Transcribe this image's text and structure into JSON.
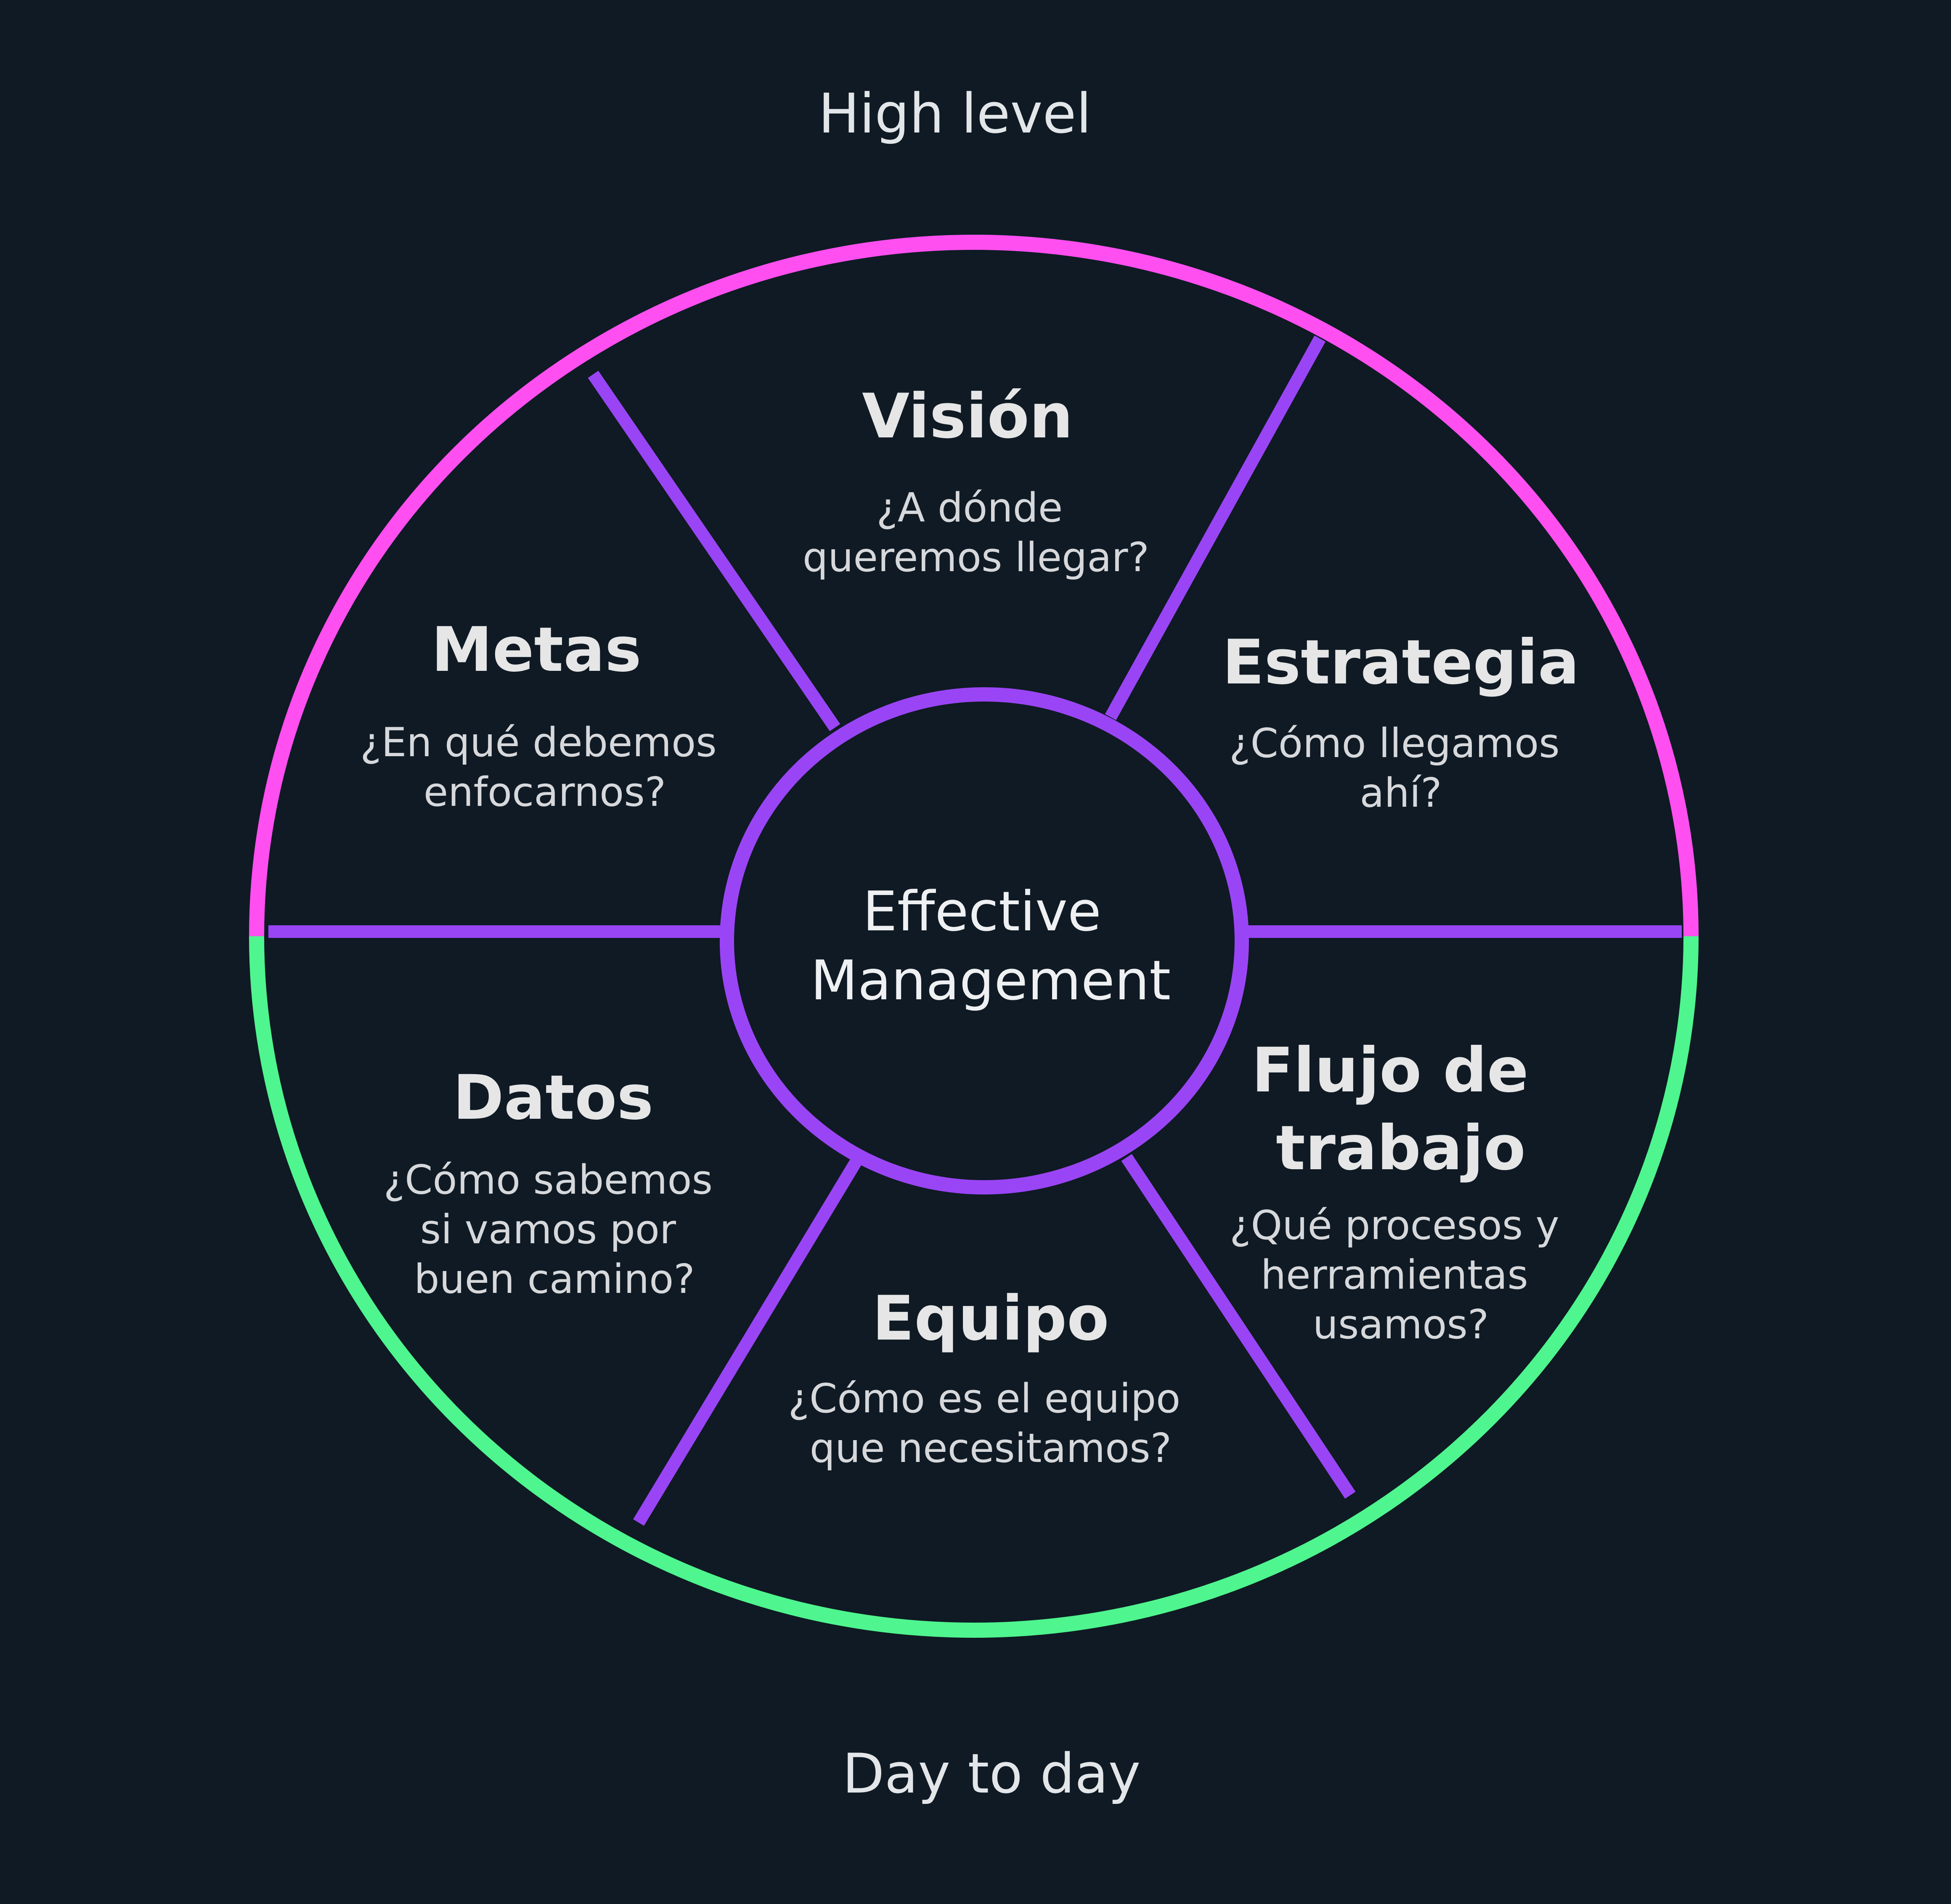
{
  "labels": {
    "top": "High level",
    "bottom": "Day to day"
  },
  "center": {
    "line1": "Effective",
    "line2": "Management"
  },
  "segments": {
    "vision": {
      "title": [
        "Visión"
      ],
      "question": [
        "¿A dónde",
        "queremos llegar?"
      ]
    },
    "metas": {
      "title": [
        "Metas"
      ],
      "question": [
        "¿En qué debemos",
        "enfocarnos?"
      ]
    },
    "estrategia": {
      "title": [
        "Estrategia"
      ],
      "question": [
        "¿Cómo llegamos",
        "ahí?"
      ]
    },
    "datos": {
      "title": [
        "Datos"
      ],
      "question": [
        "¿Cómo sabemos",
        "si vamos por",
        "buen camino?"
      ]
    },
    "flujo": {
      "title": [
        "Flujo de",
        "trabajo"
      ],
      "question": [
        "¿Qué procesos y",
        "herramientas",
        "usamos?"
      ]
    },
    "equipo": {
      "title": [
        "Equipo"
      ],
      "question": [
        "¿Cómo es el equipo",
        "que necesitamos?"
      ]
    }
  },
  "colors": {
    "background": "#0f1a24",
    "top_arc": "#ff4ff0",
    "bottom_arc": "#4ff58e",
    "spokes": "#9a45f5",
    "text": "#e6e6e6"
  }
}
